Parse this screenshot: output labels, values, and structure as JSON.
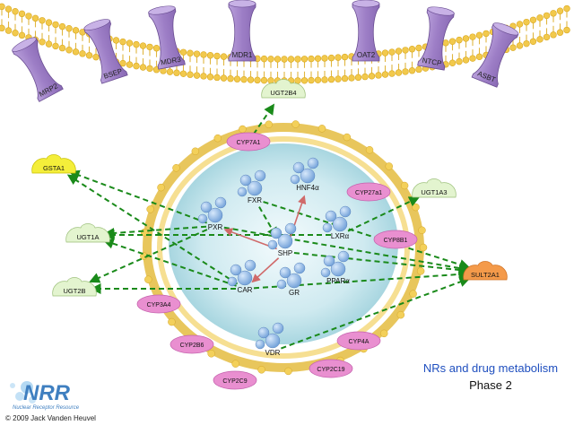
{
  "transporters": [
    "MRP2",
    "BSEP",
    "MDR3",
    "MDR1",
    "OAT2",
    "NTCP",
    "ASBT"
  ],
  "receptors": [
    "FXR",
    "HNF4α",
    "PXR",
    "SHP",
    "LXRα",
    "PPARα",
    "CAR",
    "GR",
    "VDR"
  ],
  "cyp_enzymes": [
    "CYP7A1",
    "CYP27a1",
    "CYP8B1",
    "CYP3A4",
    "CYP2B6",
    "CYP2C9",
    "CYP2C19",
    "CYP4A"
  ],
  "phase2_enzymes": [
    "UGT2B4",
    "GSTA1",
    "UGT1A3",
    "UGT1A",
    "UGT2B",
    "SULT2A1"
  ],
  "caption": {
    "title": "NRs and drug metabolism",
    "subtitle": "Phase 2"
  },
  "logo": {
    "text": "NRR",
    "subtext": "Nuclear Receptor Resource"
  },
  "copyright": "© 2009 Jack Vanden Heuvel",
  "colors": {
    "membrane": "#f2c94c",
    "transporter": "#a688c9",
    "nucleus": "#cfeaf0",
    "receptor": "#8fb9e8",
    "cyp": "#e98fd0",
    "ugt": "#e3f4cf",
    "gst": "#f4ee3a",
    "sult": "#f49a4a",
    "arrow_green": "#1a8a1a",
    "arrow_red": "#d06a6a"
  }
}
